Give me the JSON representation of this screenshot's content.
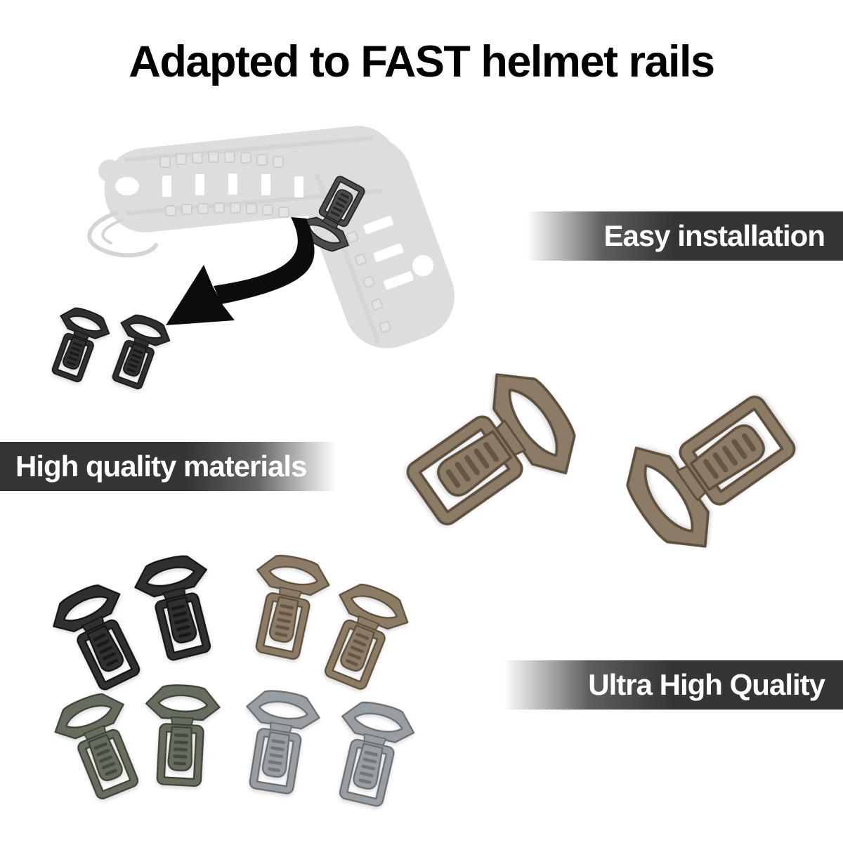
{
  "title": {
    "text": "Adapted to FAST helmet rails"
  },
  "banners": {
    "easy_installation": {
      "label": "Easy installation"
    },
    "high_quality_materials": {
      "label": "High quality materials"
    },
    "ultra_high_quality": {
      "label": "Ultra High Quality"
    }
  },
  "figures": {
    "helmet_rail": "ghosted-fast-helmet-side-rail",
    "arrow": "install-direction-arrow",
    "clip_sets": [
      {
        "variant": "black",
        "count": 2,
        "location": "below helmet rail"
      },
      {
        "variant": "tan",
        "count": 2,
        "location": "center right, enlarged pair"
      },
      {
        "variant": "black",
        "count": 2,
        "location": "bottom group row 1 left"
      },
      {
        "variant": "tan",
        "count": 2,
        "location": "bottom group row 1 right"
      },
      {
        "variant": "olive",
        "count": 2,
        "location": "bottom group row 2 left"
      },
      {
        "variant": "gray",
        "count": 2,
        "location": "bottom group row 2 right"
      }
    ]
  },
  "colors": {
    "title": "#000000",
    "banner_dark": "#353535",
    "banner_text": "#ffffff",
    "arrow": "#0c0c0c",
    "variants": {
      "black": {
        "fill": "#303032",
        "shade": "#141416"
      },
      "tan": {
        "fill": "#8d7c65",
        "shade": "#5d503e"
      },
      "olive": {
        "fill": "#666c5e",
        "shade": "#3e4438"
      },
      "gray": {
        "fill": "#999ea3",
        "shade": "#6b7074"
      },
      "rail": {
        "fill": "#bdbdbd",
        "shade": "#a2a2a2"
      },
      "railclip": {
        "fill": "#4b4b4d",
        "shade": "#202022"
      }
    }
  }
}
